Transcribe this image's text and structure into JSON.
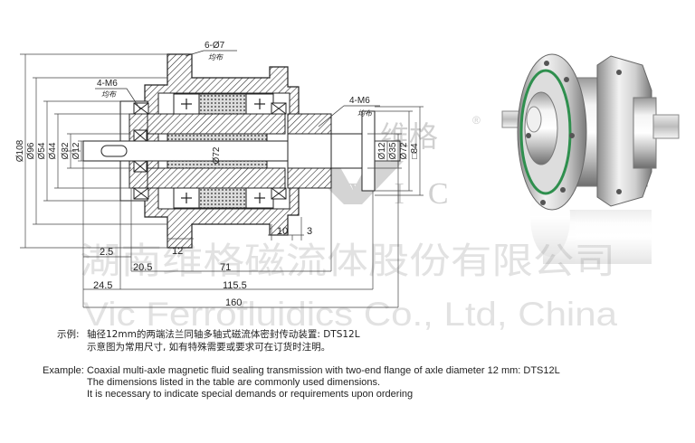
{
  "drawing": {
    "diameter_labels": [
      "Ø108",
      "Ø96",
      "Ø54",
      "Ø44",
      "Ø32",
      "Ø12"
    ],
    "center_label": "Ø72",
    "right_labels": [
      "Ø12",
      "Ø35",
      "Ø72",
      "□84"
    ],
    "hole_note_top": "6-Ø7",
    "hole_note_top_sub": "均布",
    "hole_note_left": "4-M6",
    "hole_note_left_sub": "均布",
    "hole_note_right": "4-M6",
    "hole_note_right_sub": "均布",
    "dims_bottom": {
      "d10": "10",
      "d3": "3",
      "d12": "12",
      "d2_5": "2.5",
      "d20_5": "20.5",
      "d71": "71",
      "d24_5": "24.5",
      "d115_5": "115.5",
      "d160": "160"
    }
  },
  "watermark": {
    "chinese": "湖南维格磁流体股份有限公司",
    "english": "Vic Ferrofluidics Co., Ltd, China",
    "logo_cn": "维格",
    "logo_en": "VIC",
    "registered": "®"
  },
  "captions": {
    "cn_prefix": "示例:",
    "cn_line1": "轴径12mm的两端法兰同轴多轴式磁流体密封传动装置: DTS12L",
    "cn_line2": "示意图为常用尺寸, 如有特殊需要或要求可在订货时注明。",
    "en_prefix": "Example:",
    "en_line1": "Coaxial multi-axle magnetic fluid sealing transmission with two-end flange of axle diameter 12 mm: DTS12L",
    "en_line2": "The dimensions listed in the table are commonly used dimensions.",
    "en_line3": "It is necessary to indicate special demands or requirements upon ordering"
  }
}
